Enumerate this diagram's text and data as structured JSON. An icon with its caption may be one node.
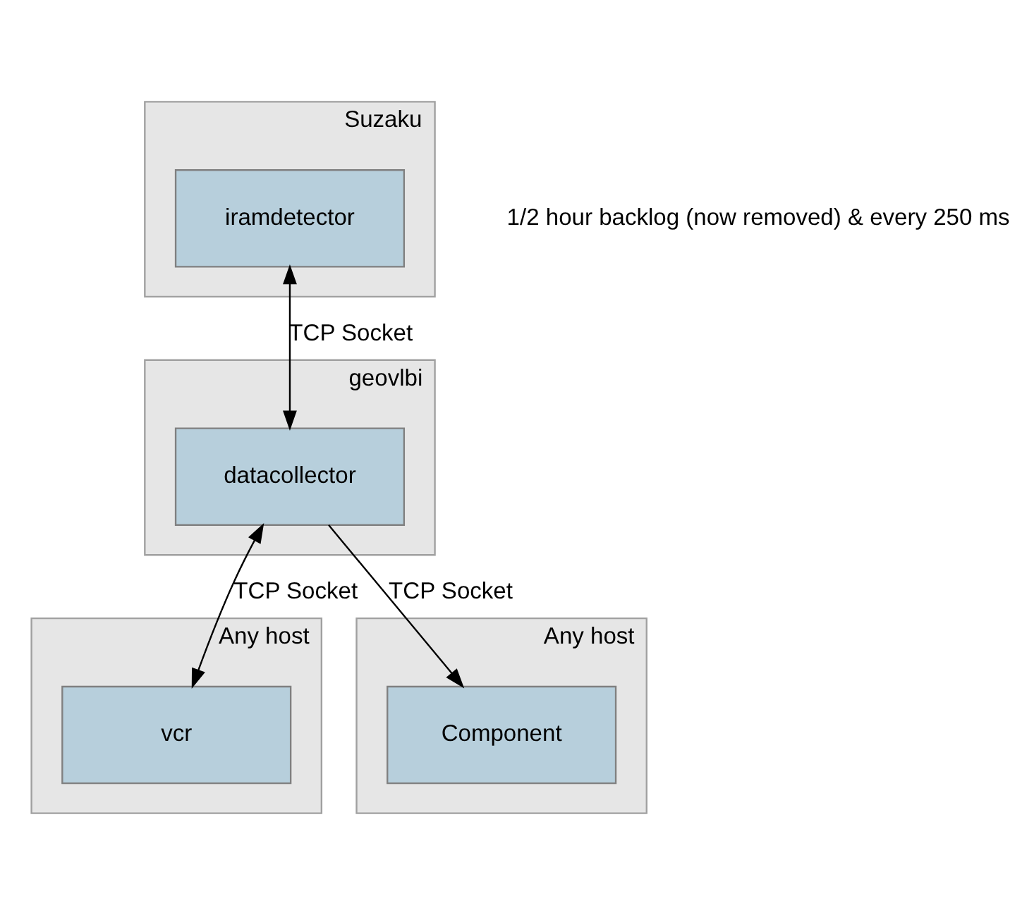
{
  "diagram": {
    "nodes": [
      {
        "text": [
          "Suzaku"
        ]
      },
      {
        "text": [
          "iramdetector"
        ],
        "in": 0
      },
      {
        "text": [
          "geovlbi"
        ]
      },
      {
        "text": [
          "datacollector"
        ],
        "in": 2
      },
      {
        "text": [
          "Any host"
        ]
      },
      {
        "text": [
          "vcr"
        ],
        "in": 4
      },
      {
        "text": [
          "Any host"
        ]
      },
      {
        "text": [
          "Component"
        ],
        "in": 6
      }
    ],
    "edges": [
      {
        "from": 1,
        "to": 3,
        "arrow": "both",
        "label": "TCP Socket"
      },
      {
        "from": 3,
        "to": 5,
        "arrow": "both",
        "label": "TCP Socket"
      },
      {
        "from": 3,
        "to": 7,
        "arrow": "to",
        "label": "TCP Socket"
      }
    ],
    "labels": [
      "1/2 hour backlog (now removed) & every 250 ms"
    ]
  }
}
